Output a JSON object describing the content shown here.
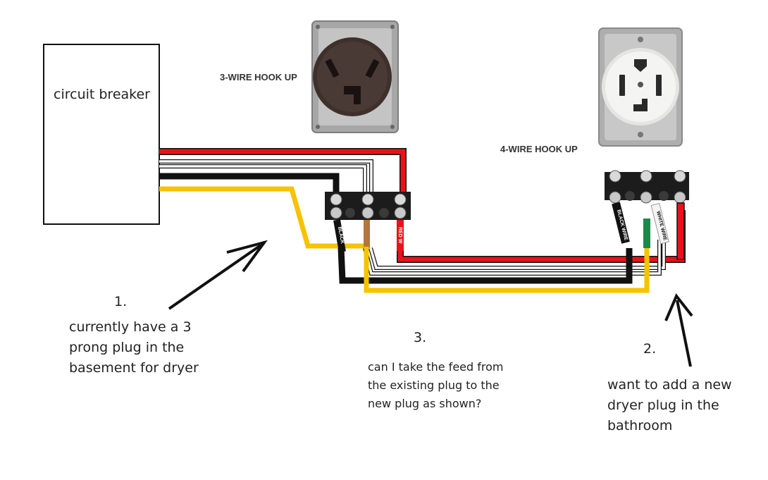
{
  "breaker": {
    "label": "circuit breaker"
  },
  "hookups": {
    "three_wire": "3-WIRE HOOK UP",
    "four_wire": "4-WIRE HOOK UP"
  },
  "wire_tags": {
    "black": "BLACK",
    "red": "RED W",
    "black_wire": "BLACK WIRE",
    "white_wire": "WHITE WIRE"
  },
  "notes": [
    {
      "number": "1.",
      "text": "currently have a 3 prong plug in the basement for dryer"
    },
    {
      "number": "2.",
      "text": "want to add a new dryer plug in the bathroom"
    },
    {
      "number": "3.",
      "text": "can I take the feed from the existing plug to the new plug as shown?"
    }
  ],
  "colors": {
    "red_wire": "#e8121b",
    "black_wire": "#111111",
    "white_wire": "#ffffff",
    "yellow_wire": "#f7c200",
    "green_wire": "#1a8a4a",
    "outlet_brown": "#4a3a36",
    "outlet_white": "#f4f4f2",
    "plate_gray": "#b9b9b9"
  },
  "icons": [
    "three-prong-outlet-icon",
    "four-prong-outlet-icon",
    "terminal-block-icon",
    "arrow-icon"
  ]
}
